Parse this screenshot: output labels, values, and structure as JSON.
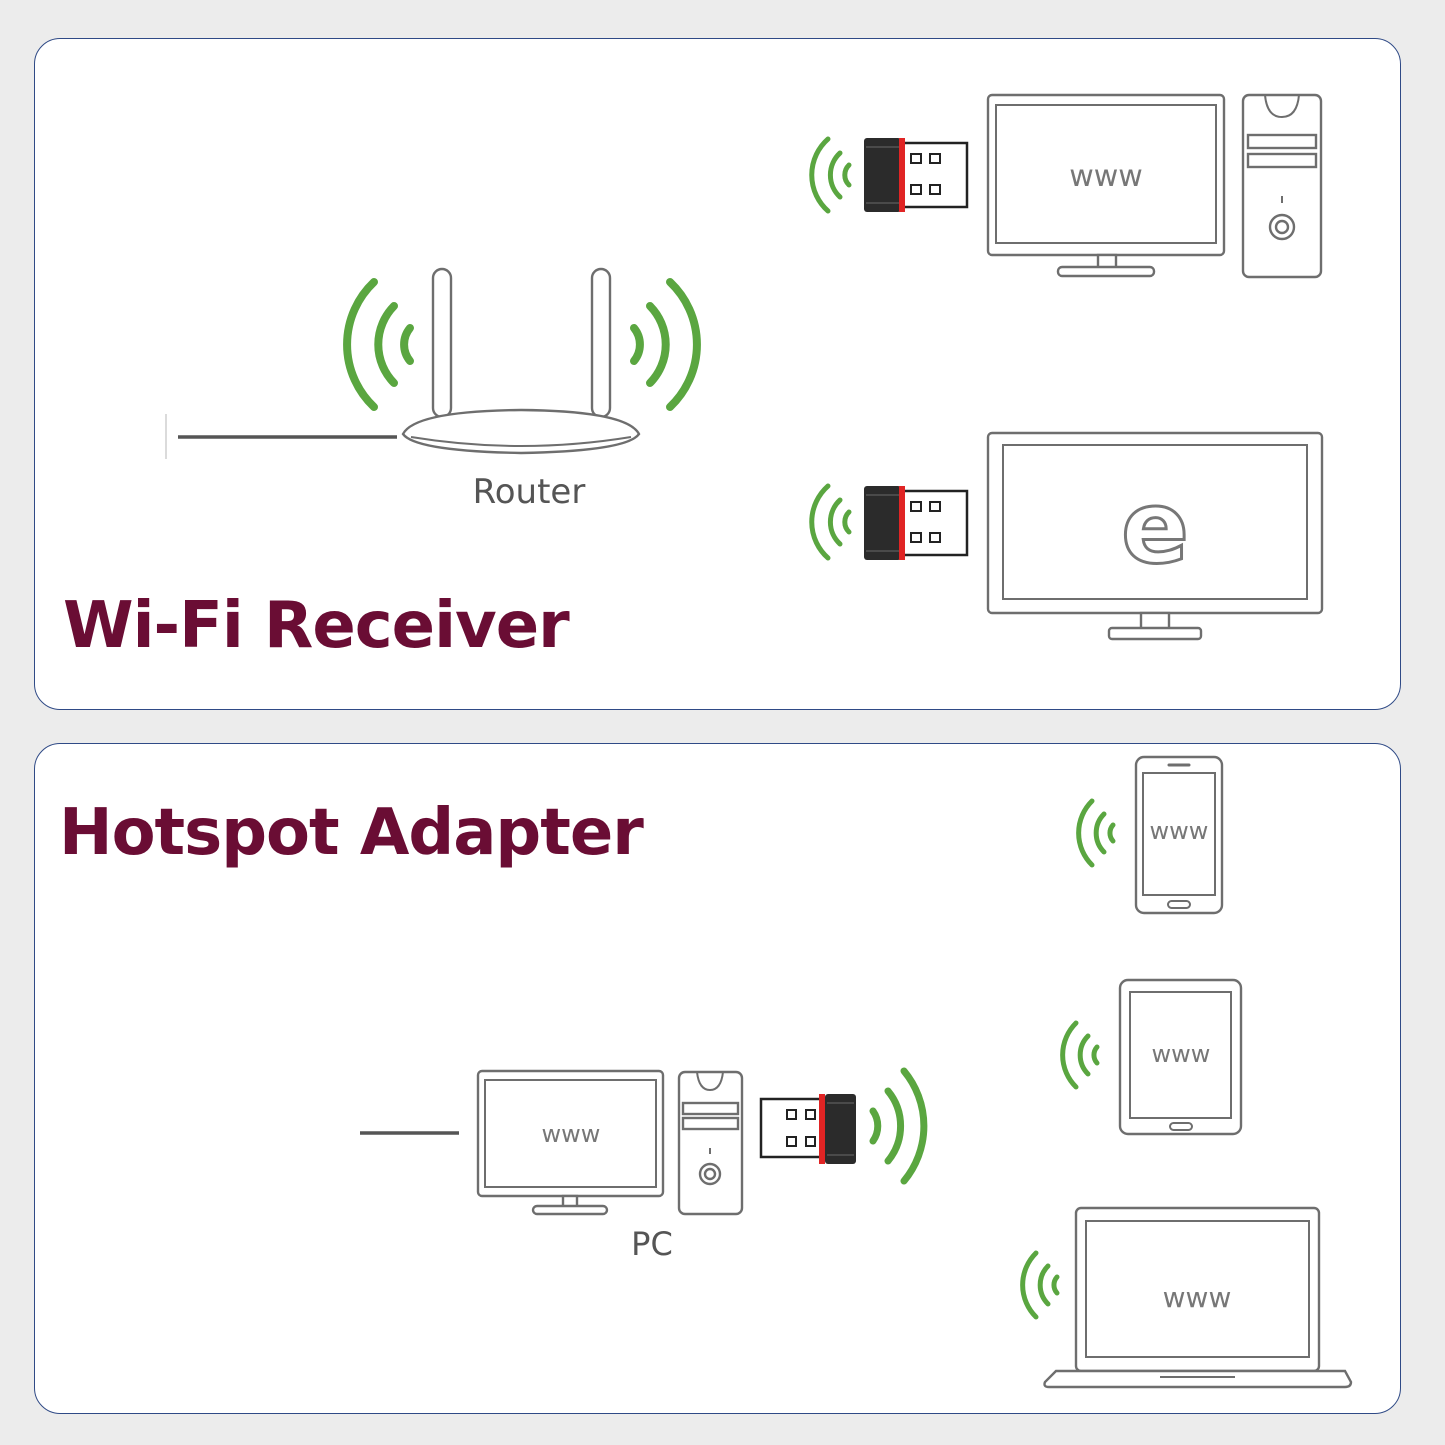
{
  "sections": {
    "wifi_receiver": {
      "title": "Wi-Fi Receiver",
      "router_label": "Router",
      "desktop_screen_text": "www",
      "monitor_screen_glyph": "e"
    },
    "hotspot_adapter": {
      "title": "Hotspot Adapter",
      "pc_label": "PC",
      "pc_screen_text": "www",
      "phone_screen_text": "www",
      "tablet_screen_text": "www",
      "laptop_screen_text": "www"
    }
  },
  "colors": {
    "heading": "#6a0d34",
    "signal": "#5aa640",
    "panel_border": "#2f4a86",
    "adapter_body": "#2b2b2b",
    "adapter_accent": "#e02424",
    "outline": "#6e6e6e"
  }
}
